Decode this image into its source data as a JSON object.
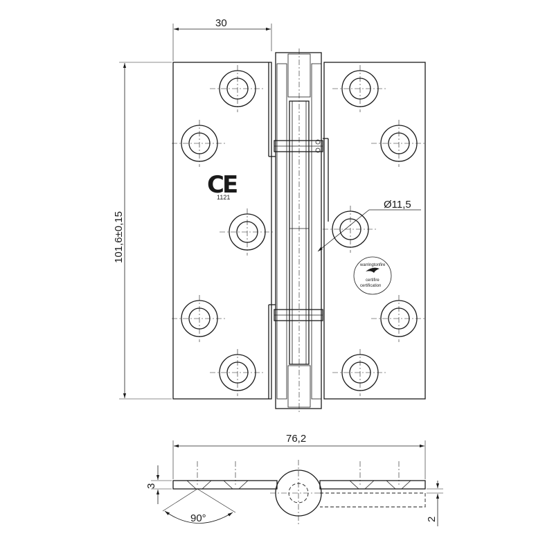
{
  "dimensions": {
    "leaf_width": "30",
    "height": "101,6±0,15",
    "pin_diameter": "Ø11,5",
    "overall_width": "76,2",
    "leaf_thickness": "3",
    "countersink_angle": "90°",
    "gap": "2"
  },
  "marks": {
    "ce": "CE",
    "notified_body": "1121",
    "certification_logo_text": [
      "warringtonfire",
      "certifire",
      "certification"
    ]
  }
}
